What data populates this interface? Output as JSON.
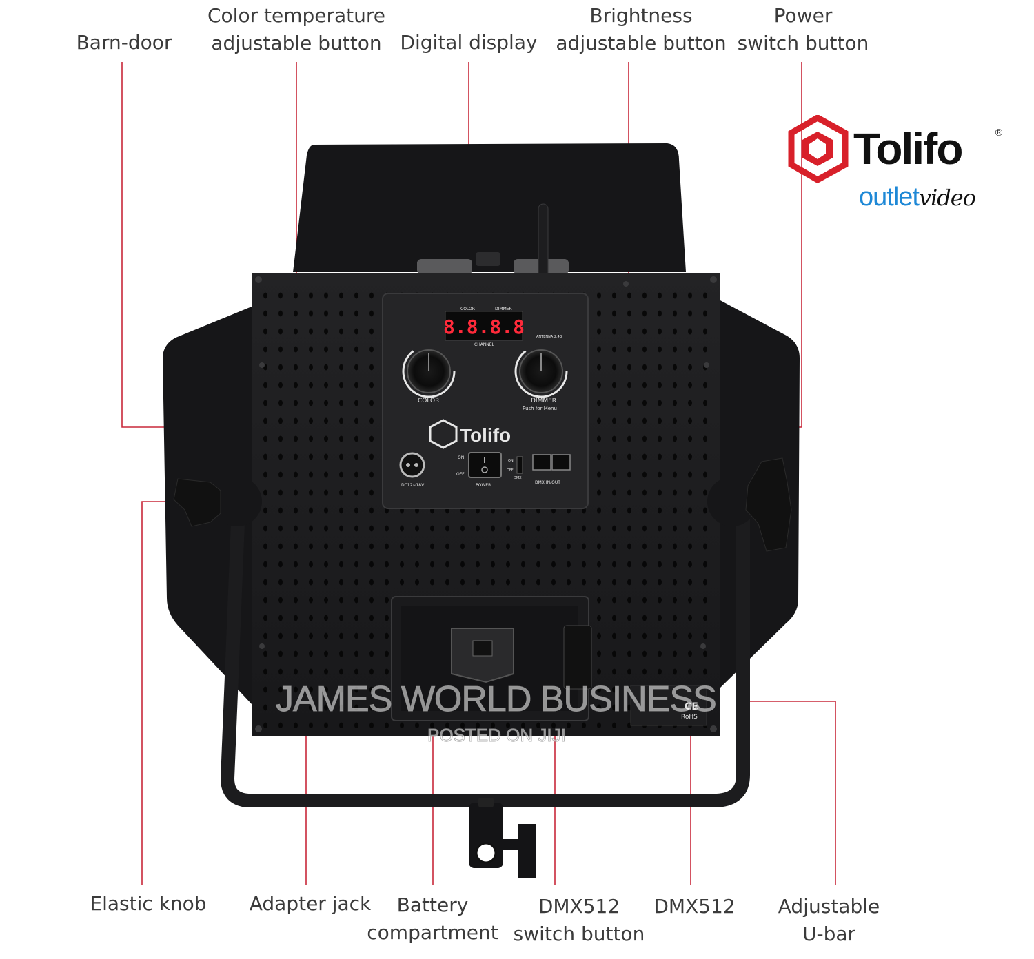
{
  "labels": {
    "barn_door": "Barn-door",
    "color_temp": [
      "Color temperature",
      "adjustable button"
    ],
    "digital_display": "Digital display",
    "brightness": [
      "Brightness",
      "adjustable button"
    ],
    "power": [
      "Power",
      "switch button"
    ],
    "elastic_knob": "Elastic knob",
    "adapter_jack": "Adapter jack",
    "battery": [
      "Battery",
      "compartment"
    ],
    "dmx_switch": [
      "DMX512",
      "switch button"
    ],
    "dmx": "DMX512",
    "u_bar": [
      "Adjustable",
      "U-bar"
    ]
  },
  "brand": {
    "name": "Tolifo",
    "registered": "®",
    "sub_plain": "outlet",
    "sub_script": "video"
  },
  "panel": {
    "display_value": "8.8.8.8",
    "display_top_left": "COLOR",
    "display_top_right": "DIMMER",
    "display_bottom": "CHANNEL",
    "antenna_label": "ANTENNA 2.4G",
    "knob_left": "COLOR",
    "knob_right": "DIMMER",
    "knob_right_sub": "Push for Menu",
    "logo": "Tolifo",
    "on": "ON",
    "off": "OFF",
    "power": "POWER",
    "dmx_on": "ON",
    "dmx_off": "OFF",
    "dmx": "DMX",
    "dmx_inout": "DMX IN/OUT",
    "dc_label": "DC12~18V",
    "ce": "CE",
    "rohs": "RoHS"
  },
  "watermark": {
    "main": "JAMES WORLD BUSINESS",
    "sub": "POSTED ON JIJI"
  },
  "colors": {
    "leader": "#c8283a",
    "body": "#1c1c1e",
    "barn": "#161618",
    "brand_red": "#d8202a",
    "brand_blue": "#1e88d6",
    "display": "#ff2a3a"
  }
}
